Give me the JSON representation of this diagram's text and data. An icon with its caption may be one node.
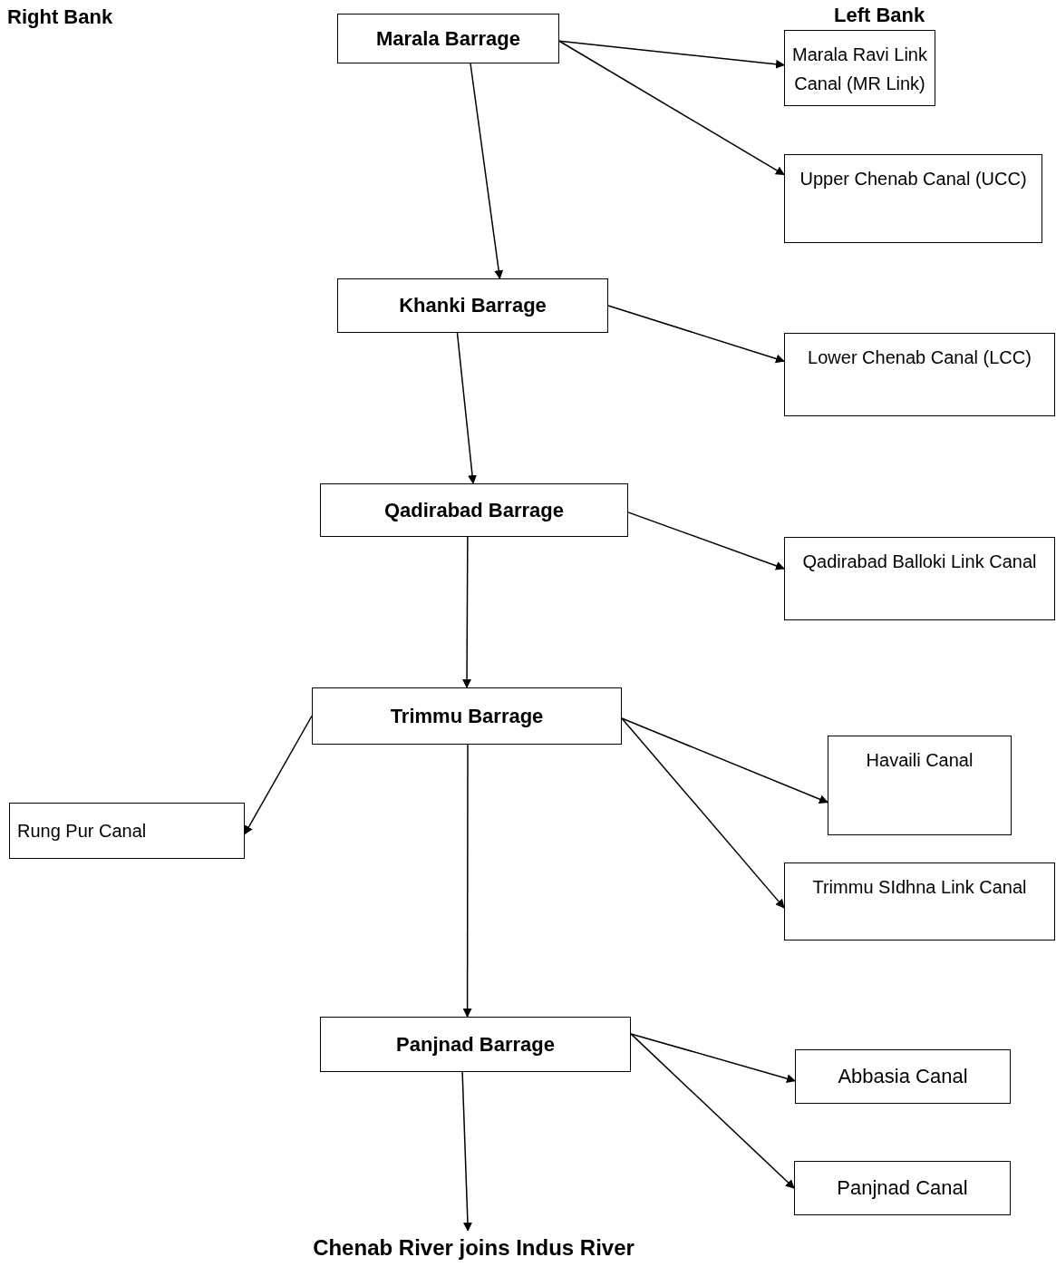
{
  "diagram": {
    "nodes": [
      {
        "text": [
          "Marala Barrage"
        ]
      },
      {
        "text": [
          "Marala Ravi Link Canal (MR Link)"
        ]
      },
      {
        "text": [
          "Upper Chenab Canal (UCC)"
        ]
      },
      {
        "text": [
          "Khanki Barrage"
        ]
      },
      {
        "text": [
          "Lower Chenab Canal (LCC)"
        ]
      },
      {
        "text": [
          "Qadirabad Barrage"
        ]
      },
      {
        "text": [
          "Qadirabad Balloki Link Canal"
        ]
      },
      {
        "text": [
          "Trimmu Barrage"
        ]
      },
      {
        "text": [
          "Rung Pur Canal"
        ]
      },
      {
        "text": [
          "Havaili Canal"
        ]
      },
      {
        "text": [
          "Trimmu SIdhna Link Canal"
        ]
      },
      {
        "text": [
          "Panjnad Barrage"
        ]
      },
      {
        "text": [
          "Abbasia Canal"
        ]
      },
      {
        "text": [
          "Panjnad Canal"
        ]
      },
      {
        "text": [
          "Chenab River joins Indus River"
        ]
      }
    ],
    "edges": [
      {
        "from": 0,
        "to": 1,
        "arrow": "to"
      },
      {
        "from": 0,
        "to": 2,
        "arrow": "to"
      },
      {
        "from": 0,
        "to": 3,
        "arrow": "to"
      },
      {
        "from": 3,
        "to": 4,
        "arrow": "to"
      },
      {
        "from": 3,
        "to": 5,
        "arrow": "to"
      },
      {
        "from": 5,
        "to": 6,
        "arrow": "to"
      },
      {
        "from": 5,
        "to": 7,
        "arrow": "to"
      },
      {
        "from": 7,
        "to": 8,
        "arrow": "to"
      },
      {
        "from": 7,
        "to": 9,
        "arrow": "to"
      },
      {
        "from": 7,
        "to": 10,
        "arrow": "to"
      },
      {
        "from": 7,
        "to": 11,
        "arrow": "to"
      },
      {
        "from": 11,
        "to": 12,
        "arrow": "to"
      },
      {
        "from": 11,
        "to": 13,
        "arrow": "to"
      },
      {
        "from": 11,
        "to": 14,
        "arrow": "to"
      }
    ],
    "labels": [
      "Right Bank",
      "Left Bank"
    ]
  }
}
